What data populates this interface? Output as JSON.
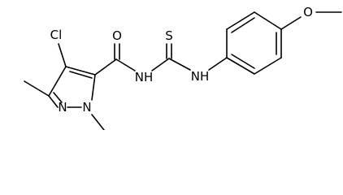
{
  "structure": {
    "atoms": {
      "cl": "Cl",
      "o_carbonyl": "O",
      "s_thio": "S",
      "nh_amide": "NH",
      "nh_aryl": "NH",
      "n_pyrazole_2": "N",
      "n_pyrazole_1": "N",
      "o_methoxy": "O"
    }
  }
}
